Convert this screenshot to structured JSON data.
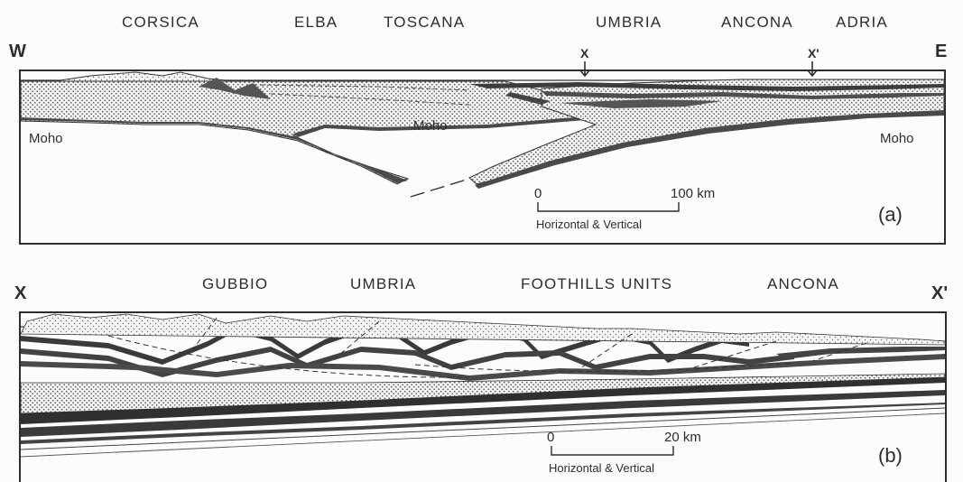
{
  "panel_a": {
    "west_label": "W",
    "east_label": "E",
    "regions": [
      "CORSICA",
      "ELBA",
      "TOSCANA",
      "UMBRIA",
      "ANCONA",
      "ADRIA"
    ],
    "section_marks": [
      "X",
      "X'"
    ],
    "moho_labels": [
      "Moho",
      "Moho",
      "Moho"
    ],
    "scale": {
      "start": "0",
      "end": "100 km",
      "caption": "Horizontal & Vertical"
    },
    "tag": "(a)"
  },
  "panel_b": {
    "left_label": "X",
    "right_label": "X'",
    "regions": [
      "GUBBIO",
      "UMBRIA",
      "FOOTHILLS UNITS",
      "ANCONA"
    ],
    "scale": {
      "start": "0",
      "end": "20 km",
      "caption": "Horizontal & Vertical"
    },
    "tag": "(b)"
  }
}
